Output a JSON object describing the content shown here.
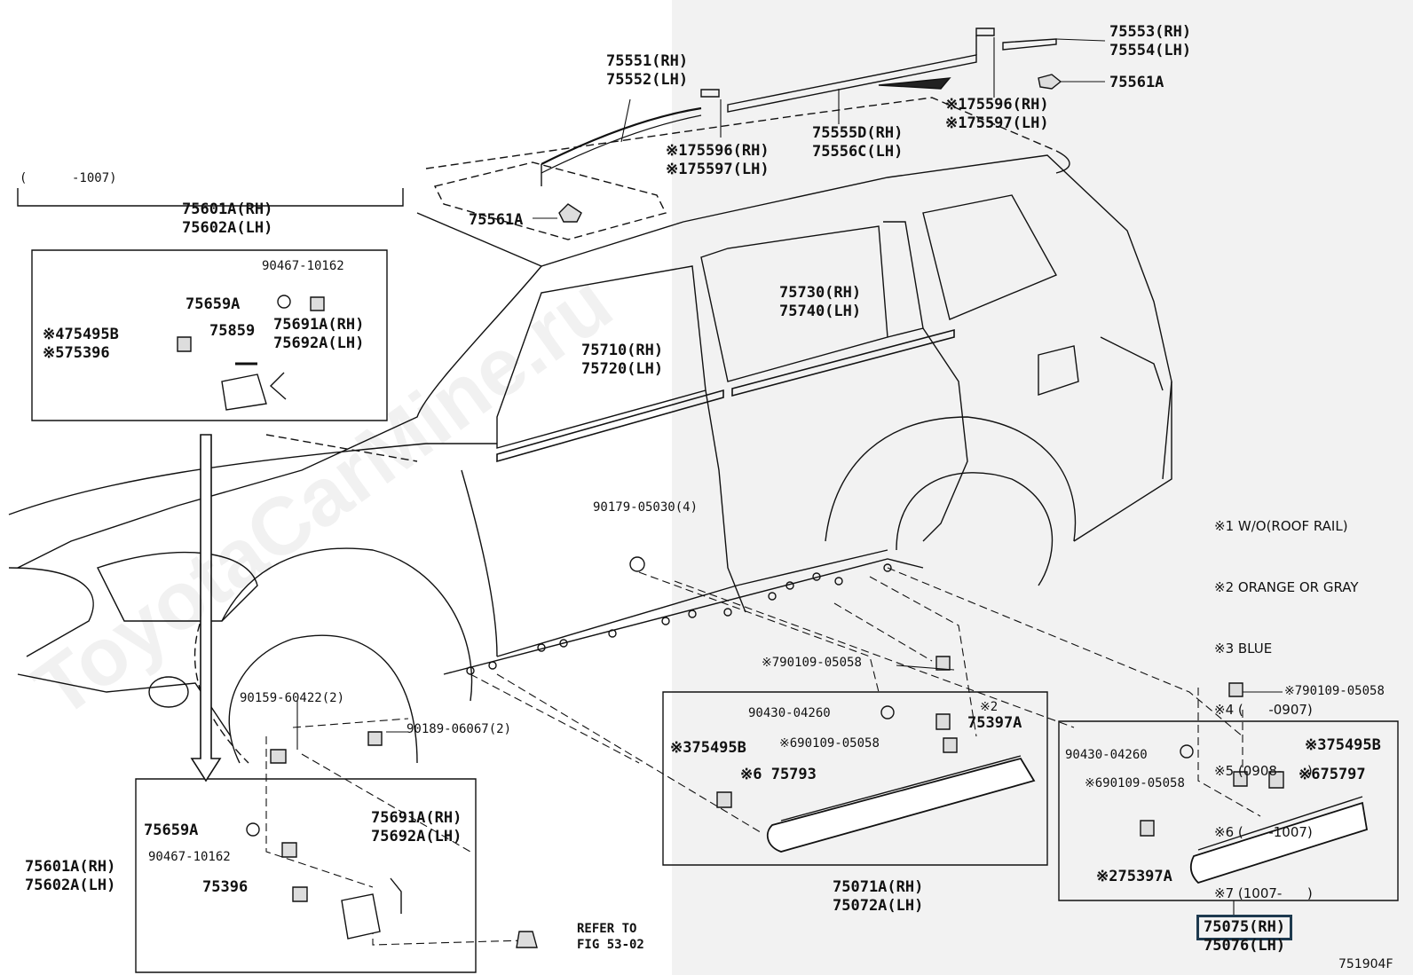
{
  "watermark": "ToyotaCarMine.ru",
  "figure_id": "751904F",
  "date_range_top": "(      -1007)",
  "notes": [
    "※1 W/O(ROOF RAIL)",
    "※2 ORANGE OR GRAY",
    "※3 BLUE",
    "※4 (      -0907)",
    "※5 (0908-      )",
    "※6 (      -1007)",
    "※7 (1007-      )"
  ],
  "labels": {
    "roof_rail_front": "75551(RH)\n75552(LH)",
    "roof_rail_rear": "75553(RH)\n75554(LH)",
    "rail_clip_rear": "75561A",
    "roof_molding_center": "75555D(RH)\n75556C(LH)",
    "roof_cover_center": "※175596(RH)\n※175597(LH)",
    "roof_cover_rear": "※175596(RH)\n※175597(LH)",
    "rail_clip_front": "75561A",
    "top_box_part": "75601A(RH)\n75602A(LH)",
    "top_box_screw": "90467-10162",
    "top_box_plug": "75659A",
    "top_box_clip_4_5": "※475495B\n※575396",
    "top_box_seal": "75859",
    "top_box_retainer": "75691A(RH)\n75692A(LH)",
    "front_door_molding": "75710(RH)\n75720(LH)",
    "rear_door_molding": "75730(RH)\n75740(LH)",
    "body_clip": "90179-05030(4)",
    "bolt_front": "90159-60422(2)",
    "nut_front": "90189-06067(2)",
    "bot_box_plug": "75659A",
    "bot_box_screw": "90467-10162",
    "bot_box_part": "75601A(RH)\n75602A(LH)",
    "bot_box_clip": "75396",
    "bot_box_retainer": "75691A(RH)\n75692A(LH)",
    "refer": "REFER TO\nFIG 53-02",
    "mid_screw_top": "※790109-05058",
    "mid_washer": "90430-04260",
    "mid_note2": "※2",
    "mid_clip_a": "75397A",
    "mid_screw_6": "※690109-05058",
    "mid_clip_3": "※375495B",
    "mid_molding_6": "※6 75793",
    "mid_rocker": "75071A(RH)\n75072A(LH)",
    "right_screw_top": "※790109-05058",
    "right_washer": "90430-04260",
    "right_clip_3": "※375495B",
    "right_screw_6": "※690109-05058",
    "right_molding_6": "※675797",
    "right_clip_a": "※275397A",
    "right_rocker_rh": "75075(RH)",
    "right_rocker_lh": "75076(LH)"
  }
}
